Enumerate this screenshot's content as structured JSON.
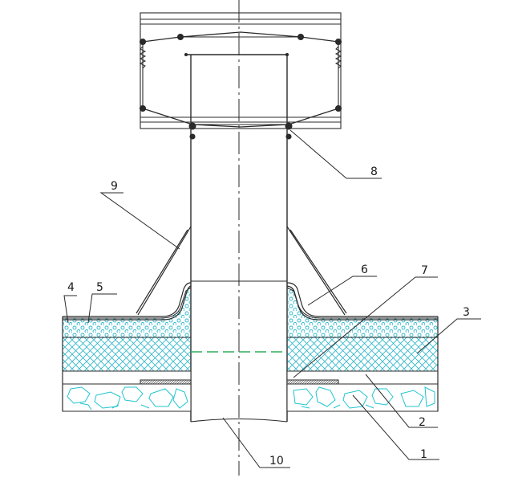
{
  "colors": {
    "line": "#2a2a2a",
    "insulation": "#2bb6c9",
    "stone": "#21c4cf",
    "centerline_green": "#2fae5a"
  },
  "callouts": [
    {
      "id": "c1",
      "label": "1"
    },
    {
      "id": "c2",
      "label": "2"
    },
    {
      "id": "c3",
      "label": "3"
    },
    {
      "id": "c4",
      "label": "4"
    },
    {
      "id": "c5",
      "label": "5"
    },
    {
      "id": "c6",
      "label": "6"
    },
    {
      "id": "c7",
      "label": "7"
    },
    {
      "id": "c8",
      "label": "8"
    },
    {
      "id": "c9",
      "label": "9"
    },
    {
      "id": "c10",
      "label": "10"
    }
  ]
}
